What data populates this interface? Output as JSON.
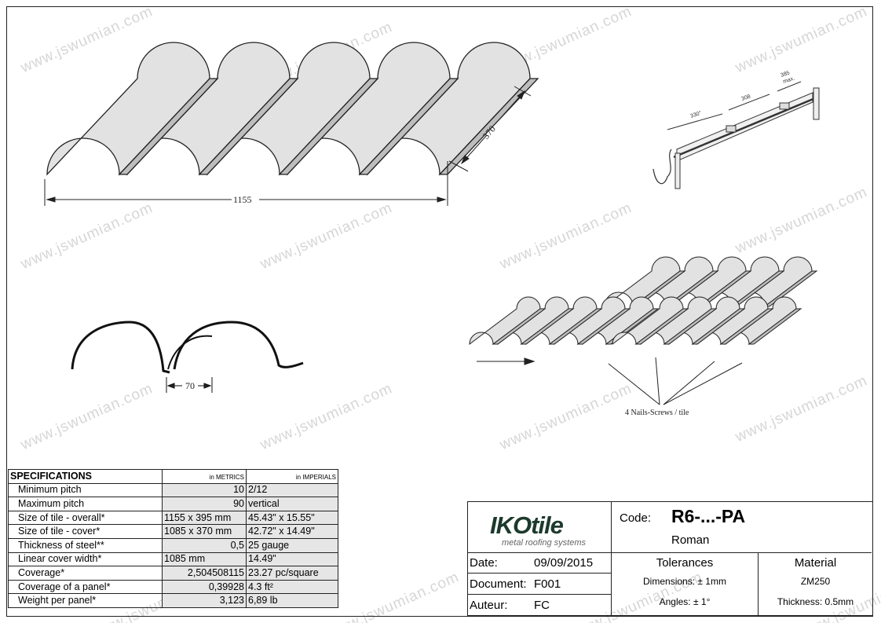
{
  "watermark": "www.jswumian.com",
  "drawing": {
    "dim_length": "1155",
    "dim_width": "370",
    "dim_profile": "70",
    "dim_batten_1": "330\"",
    "dim_batten_2": "308",
    "dim_batten_3": "385",
    "dim_batten_3_note": "max.",
    "nails_note": "4 Nails-Screws / tile"
  },
  "specifications": {
    "title": "SPECIFICATIONS",
    "col_metric": "in METRICS",
    "col_imperial": "in IMPERIALS",
    "rows": [
      {
        "label": "Minimum pitch",
        "metric": "10",
        "imperial": "2/12",
        "align": "r"
      },
      {
        "label": "Maximum pitch",
        "metric": "90",
        "imperial": "vertical",
        "align": "r"
      },
      {
        "label": "Size of tile - overall*",
        "metric": "1155 x 395 mm",
        "imperial": "45.43\" x 15.55\"",
        "align": "l"
      },
      {
        "label": "Size of tile - cover*",
        "metric": "1085 x 370 mm",
        "imperial": "42.72\" x 14.49\"",
        "align": "l"
      },
      {
        "label": "Thickness of steel**",
        "metric": "0,5",
        "imperial": "25 gauge",
        "align": "r"
      },
      {
        "label": "Linear cover width*",
        "metric": "1085 mm",
        "imperial": "14.49\"",
        "align": "l"
      },
      {
        "label": "Coverage*",
        "metric": "2,504508115",
        "imperial": "23.27 pc/square",
        "align": "r"
      },
      {
        "label": "Coverage of a panel*",
        "metric": "0,39928",
        "imperial": "4.3 ft²",
        "align": "r"
      },
      {
        "label": "Weight per panel*",
        "metric": "3,123",
        "imperial": "6,89 lb",
        "align": "r"
      }
    ]
  },
  "title_block": {
    "logo_main": "IKOtile",
    "logo_sub": "metal roofing systems",
    "code_label": "Code:",
    "code_value": "R6-...-PA",
    "model": "Roman",
    "date_label": "Date:",
    "date_value": "09/09/2015",
    "document_label": "Document:",
    "document_value": "F001",
    "author_label": "Auteur:",
    "author_value": "FC",
    "tolerances_title": "Tolerances",
    "tolerance_dimensions": "Dimensions: ± 1mm",
    "tolerance_angles": "Angles: ± 1°",
    "material_title": "Material",
    "material_value": "ZM250",
    "material_thickness": "Thickness: 0.5mm"
  }
}
